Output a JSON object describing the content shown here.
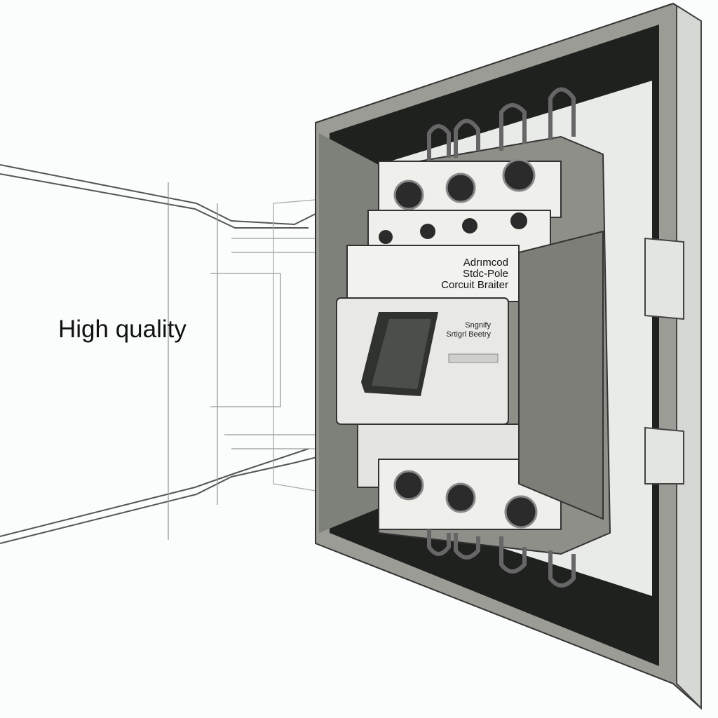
{
  "caption": "High quality",
  "breaker_label": {
    "line1": "Adrımcod",
    "line2": "Stdc-Pole",
    "line3": "Corcuit Braiter"
  },
  "switch_label": {
    "line1": "Sngnify",
    "line2": "Srtigrl Beetry"
  },
  "colors": {
    "housing": "#8a8c85",
    "dark": "#3b3d38",
    "breaker": "#ececea",
    "lines": "#555"
  }
}
